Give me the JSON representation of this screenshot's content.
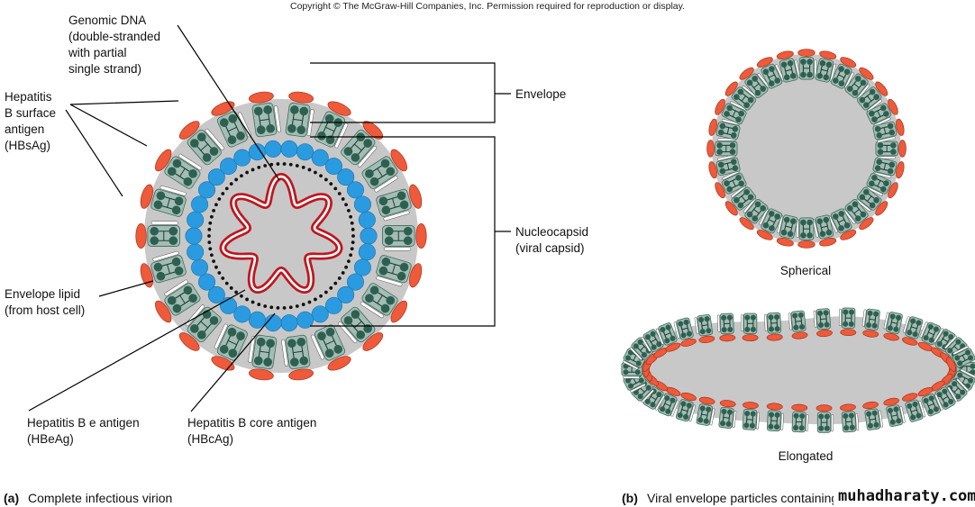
{
  "copyright": "Copyright © The McGraw-Hill Companies, Inc. Permission required for reproduction or display.",
  "labels": {
    "genomic_dna": [
      "Genomic DNA",
      "(double-stranded",
      "with partial",
      "single strand)"
    ],
    "hbsag": [
      "Hepatitis",
      "B surface",
      "antigen",
      "(HBsAg)"
    ],
    "envelope": "Envelope",
    "nucleocapsid": [
      "Nucleocapsid",
      "(viral capsid)"
    ],
    "envelope_lipid": [
      "Envelope lipid",
      "(from host cell)"
    ],
    "hbeag": [
      "Hepatitis B e antigen",
      "(HBeAg)"
    ],
    "hbcag": [
      "Hepatitis B core antigen",
      "(HBcAg)"
    ],
    "spherical": "Spherical",
    "elongated": "Elongated"
  },
  "captions": {
    "a_letter": "(a)",
    "a_text": "Complete infectious virion",
    "b_letter": "(b)",
    "b_text": "Viral envelope particles containing HBsAg"
  },
  "watermark": "muhadharaty.com",
  "colors": {
    "surface_antigen": "#ee5a3a",
    "lipid_protein": "#a3bdb4",
    "lipid_head": "#2e6051",
    "core_antigen": "#2a9be0",
    "dna": "#c0161e",
    "interior": "#c8c8c8"
  }
}
